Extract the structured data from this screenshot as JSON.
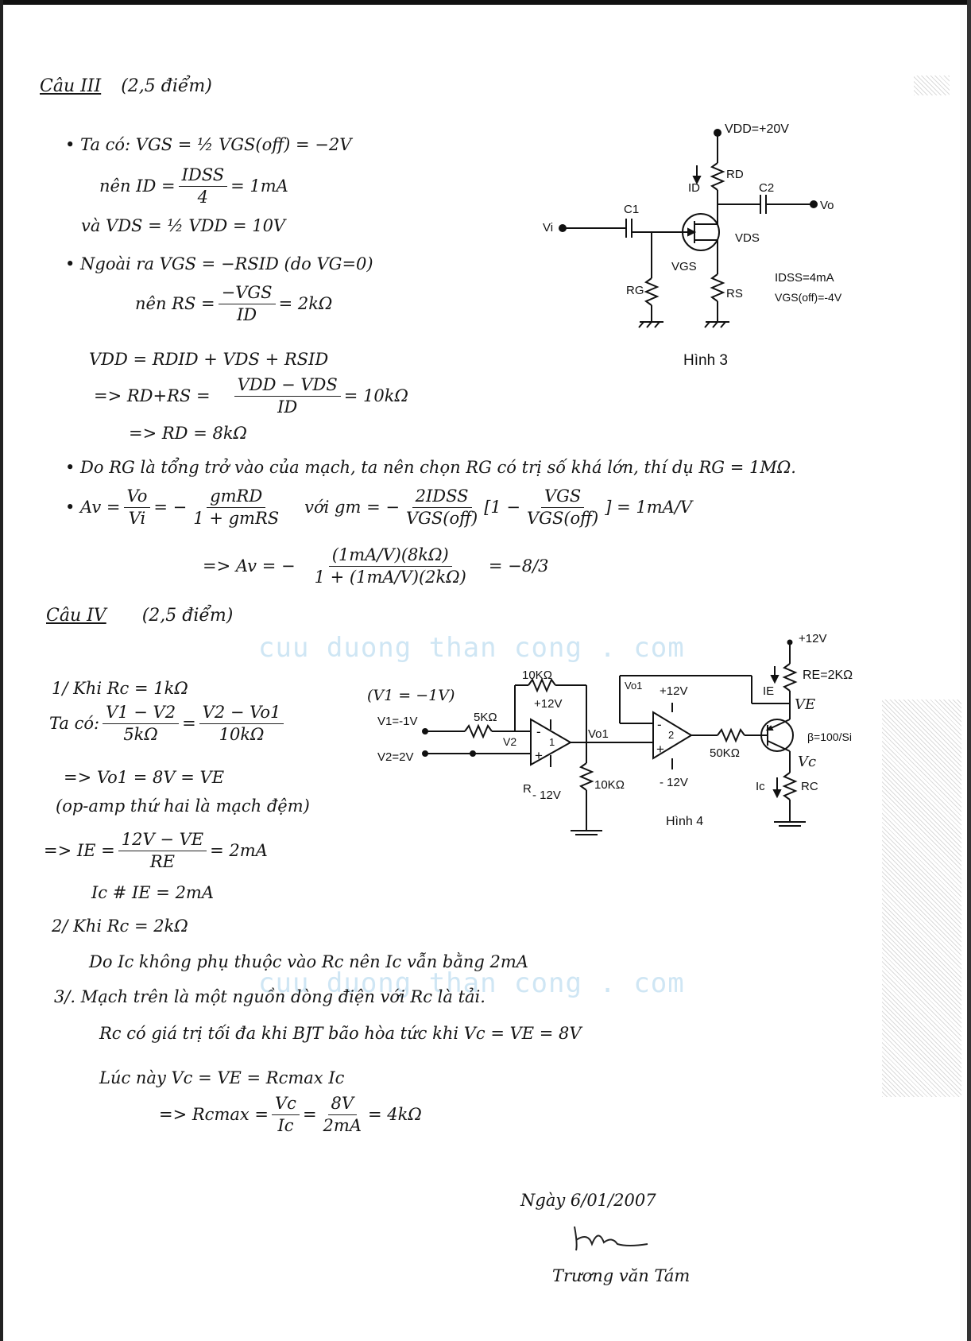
{
  "section3": {
    "heading": "Câu III",
    "points": "(2,5 điểm)",
    "l1": "• Ta có: VGS = ½ VGS(off) = −2V",
    "l2a": "nên ID =",
    "l2num": "IDSS",
    "l2den": "4",
    "l2b": "= 1mA",
    "l3": "và VDS = ½ VDD = 10V",
    "l4": "• Ngoài ra VGS = −RSID (do VG=0)",
    "l5a": "nên RS =",
    "l5num": "−VGS",
    "l5den": "ID",
    "l5b": "= 2kΩ",
    "l6": "VDD = RDID + VDS + RSID",
    "l7a": "=> RD+RS =",
    "l7num": "VDD − VDS",
    "l7den": "ID",
    "l7b": "= 10kΩ",
    "l8": "=> RD = 8kΩ",
    "l9": "• Do RG là tổng trở vào của mạch, ta nên chọn RG có trị số khá lớn, thí dụ RG = 1MΩ.",
    "l10a": "• Av =",
    "l10num1": "Vo",
    "l10den1": "Vi",
    "l10b": "= −",
    "l10num2": "gmRD",
    "l10den2": "1 + gmRS",
    "l10c": "với gm = −",
    "l10num3": "2IDSS",
    "l10den3": "VGS(off)",
    "l10d": "[1 −",
    "l10num4": "VGS",
    "l10den4": "VGS(off)",
    "l10e": "] = 1mA/V",
    "l11a": "=> Av = −",
    "l11num": "(1mA/V)(8kΩ)",
    "l11den": "1 + (1mA/V)(2kΩ)",
    "l11b": "= −8/3"
  },
  "figure3": {
    "vdd": "VDD=+20V",
    "rd": "RD",
    "id": "ID",
    "c2": "C2",
    "vo": "Vo",
    "c1": "C1",
    "vi": "Vi",
    "vds": "VDS",
    "vgs": "VGS",
    "rg": "RG",
    "rs": "RS",
    "idss": "IDSS=4mA",
    "vgsoff": "VGS(off)=-4V",
    "caption": "Hình 3"
  },
  "section4": {
    "heading": "Câu IV",
    "points": "(2,5 điểm)",
    "l1": "1/ Khi Rc = 1kΩ",
    "l2a": "Ta có:",
    "l2num1": "V1 − V2",
    "l2den1": "5kΩ",
    "l2mid": "=",
    "l2num2": "V2 − Vo1",
    "l2den2": "10kΩ",
    "l3": "=> Vo1 = 8V = VE",
    "l4": "(op-amp thứ hai là mạch đệm)",
    "l5a": "=> IE =",
    "l5num": "12V − VE",
    "l5den": "RE",
    "l5b": "= 2mA",
    "l6": "Ic # IE = 2mA",
    "l7": "2/ Khi Rc = 2kΩ",
    "l8": "Do Ic không phụ thuộc vào Rc nên Ic vẫn bằng 2mA",
    "l9": "3/. Mạch trên là một nguồn dòng điện với Rc là tải.",
    "l10": "Rc có giá trị tối đa khi BJT bão hòa tức khi Vc = VE = 8V",
    "l11": "Lúc này Vc = VE = Rcmax Ic",
    "l12a": "=> Rcmax =",
    "l12num1": "Vc",
    "l12den1": "Ic",
    "l12mid": "=",
    "l12num2": "8V",
    "l12den2": "2mA",
    "l12b": "= 4kΩ"
  },
  "figure4": {
    "v1note": "(V1 = −1V)",
    "v1": "V1=-1V",
    "v2": "V2=2V",
    "r5k": "5KΩ",
    "r10kfb": "10KΩ",
    "plus12a": "+12V",
    "minus12a": "- 12V",
    "v2node": "V2",
    "vo1": "Vo1",
    "r10k": "10KΩ",
    "rlabel": "R",
    "vo1b": "Vo1",
    "plus12b": "+12V",
    "minus12b": "- 12V",
    "r50k": "50KΩ",
    "vcc": "+12V",
    "re": "RE=2KΩ",
    "ie": "IE",
    "ve": "VE",
    "beta": "β=100/Si",
    "vc": "Vc",
    "ic": "Ic",
    "rc": "RC",
    "opamp1": "1",
    "opamp2": "2",
    "minus": "-",
    "plus": "+",
    "caption": "Hình 4"
  },
  "watermark": {
    "text1": "cuu duong than cong . com",
    "text2": "cuu duong than cong . com"
  },
  "signature": {
    "date": "Ngày 6/01/2007",
    "name": "Trương văn Tám"
  }
}
